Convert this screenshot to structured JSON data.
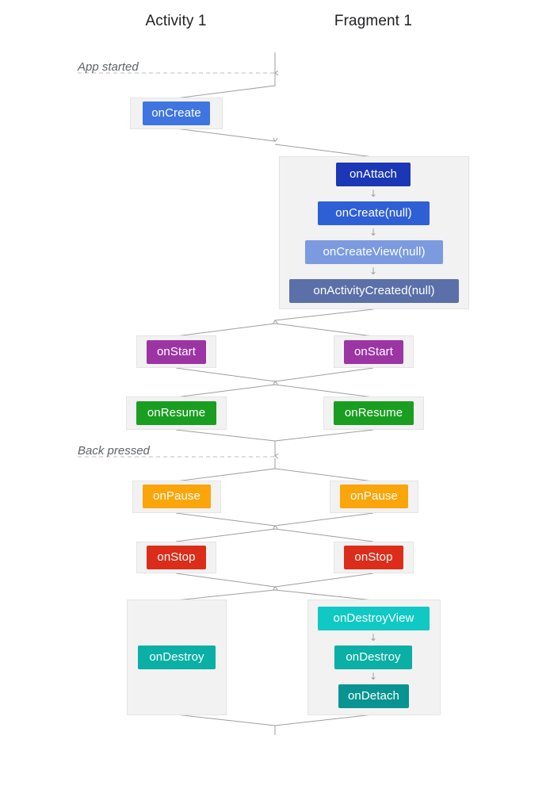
{
  "diagram": {
    "title_activity": "Activity 1",
    "title_fragment": "Fragment 1",
    "events": {
      "app_started": "App started",
      "back_pressed": "Back pressed"
    },
    "colors": {
      "activity_create": "#3f75e0",
      "fragment_attach": "#1b37b5",
      "fragment_create": "#2f5fd4",
      "fragment_create_view": "#7b9ae0",
      "fragment_activity_created": "#5b70a8",
      "start": "#9c35a3",
      "resume": "#1a9e21",
      "pause": "#faa50a",
      "stop": "#db2d1a",
      "destroy_view": "#10c9c4",
      "destroy": "#0aafa5",
      "detach": "#089490",
      "panel_fill": "#f2f2f2",
      "panel_border": "#e4e4e4",
      "wire": "#9e9e9e",
      "dashed": "#bdbdbd",
      "text_title": "#202124",
      "text_event": "#5f6368"
    },
    "activity_steps": [
      {
        "id": "act-oncreate",
        "label": "onCreate",
        "color_key": "activity_create"
      },
      {
        "id": "act-onstart",
        "label": "onStart",
        "color_key": "start"
      },
      {
        "id": "act-onresume",
        "label": "onResume",
        "color_key": "resume"
      },
      {
        "id": "act-onpause",
        "label": "onPause",
        "color_key": "pause"
      },
      {
        "id": "act-onstop",
        "label": "onStop",
        "color_key": "stop"
      },
      {
        "id": "act-ondestroy",
        "label": "onDestroy",
        "color_key": "destroy"
      }
    ],
    "fragment_steps": [
      {
        "id": "frg-onattach",
        "label": "onAttach",
        "color_key": "fragment_attach"
      },
      {
        "id": "frg-oncreate",
        "label": "onCreate(null)",
        "color_key": "fragment_create"
      },
      {
        "id": "frg-oncreateview",
        "label": "onCreateView(null)",
        "color_key": "fragment_create_view"
      },
      {
        "id": "frg-onactivitycreated",
        "label": "onActivityCreated(null)",
        "color_key": "fragment_activity_created"
      },
      {
        "id": "frg-onstart",
        "label": "onStart",
        "color_key": "start"
      },
      {
        "id": "frg-onresume",
        "label": "onResume",
        "color_key": "resume"
      },
      {
        "id": "frg-onpause",
        "label": "onPause",
        "color_key": "pause"
      },
      {
        "id": "frg-onstop",
        "label": "onStop",
        "color_key": "stop"
      },
      {
        "id": "frg-ondestroyview",
        "label": "onDestroyView",
        "color_key": "destroy_view"
      },
      {
        "id": "frg-ondestroy",
        "label": "onDestroy",
        "color_key": "destroy"
      },
      {
        "id": "frg-ondetach",
        "label": "onDetach",
        "color_key": "detach"
      }
    ],
    "arrow_glyph": "↓"
  }
}
